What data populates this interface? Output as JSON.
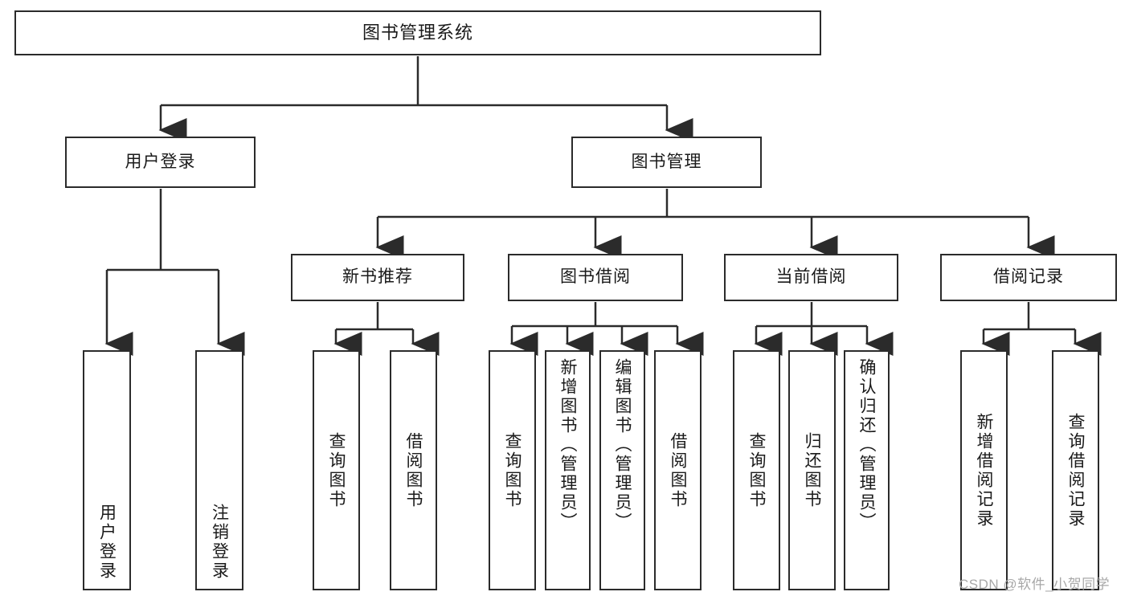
{
  "diagram": {
    "type": "tree-hierarchy",
    "title": "图书管理系统",
    "root": {
      "id": "root",
      "label": "图书管理系统"
    },
    "level2": [
      {
        "id": "user-login",
        "label": "用户登录"
      },
      {
        "id": "book-management",
        "label": "图书管理"
      }
    ],
    "level3": [
      {
        "id": "new-book-recommend",
        "label": "新书推荐",
        "parent": "book-management"
      },
      {
        "id": "book-borrow",
        "label": "图书借阅",
        "parent": "book-management"
      },
      {
        "id": "current-borrow",
        "label": "当前借阅",
        "parent": "book-management"
      },
      {
        "id": "borrow-record",
        "label": "借阅记录",
        "parent": "book-management"
      }
    ],
    "leaves": {
      "user_login": [
        {
          "id": "leaf-user-login",
          "label": "用户登录"
        },
        {
          "id": "leaf-logout",
          "label": "注销登录"
        }
      ],
      "new_book_recommend": [
        {
          "id": "leaf-query-book-1",
          "label": "查询图书"
        },
        {
          "id": "leaf-borrow-book-1",
          "label": "借阅图书"
        }
      ],
      "book_borrow": [
        {
          "id": "leaf-query-book-2",
          "label": "查询图书"
        },
        {
          "id": "leaf-add-book",
          "label": "新增图书（管理员）"
        },
        {
          "id": "leaf-edit-book",
          "label": "编辑图书（管理员）"
        },
        {
          "id": "leaf-borrow-book-2",
          "label": "借阅图书"
        }
      ],
      "current_borrow": [
        {
          "id": "leaf-query-book-3",
          "label": "查询图书"
        },
        {
          "id": "leaf-return-book",
          "label": "归还图书"
        },
        {
          "id": "leaf-confirm-return",
          "label": "确认归还（管理员）"
        }
      ],
      "borrow_record": [
        {
          "id": "leaf-add-record",
          "label": "新增借阅记录"
        },
        {
          "id": "leaf-query-record",
          "label": "查询借阅记录"
        }
      ]
    }
  },
  "watermark": {
    "text": "CSDN @软件_小贺同学"
  },
  "colors": {
    "stroke": "#2b2b2b",
    "background": "#ffffff",
    "text": "#1a1a1a",
    "watermark": "#a8a8a8"
  }
}
